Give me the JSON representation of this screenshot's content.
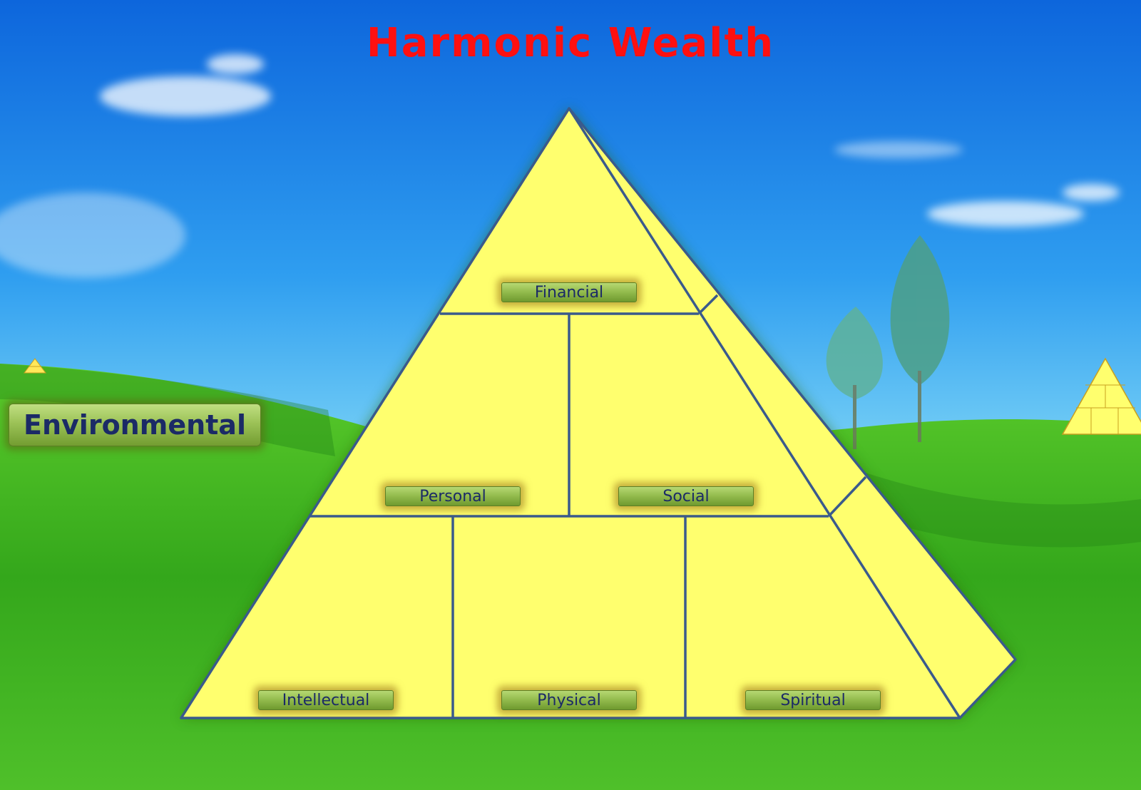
{
  "title": "Harmonic Wealth",
  "colors": {
    "title": "#ff1010",
    "pyramid_fill": "#ffff6e",
    "pyramid_stroke": "#3a5a8c",
    "label_text": "#1b2a66",
    "sky_top": "#0f6fe0",
    "grass": "#3fb01c"
  },
  "side_button": {
    "label": "Environmental"
  },
  "pyramid_labels": {
    "financial": "Financial",
    "personal": "Personal",
    "social": "Social",
    "intellectual": "Intellectual",
    "physical": "Physical",
    "spiritual": "Spiritual"
  }
}
